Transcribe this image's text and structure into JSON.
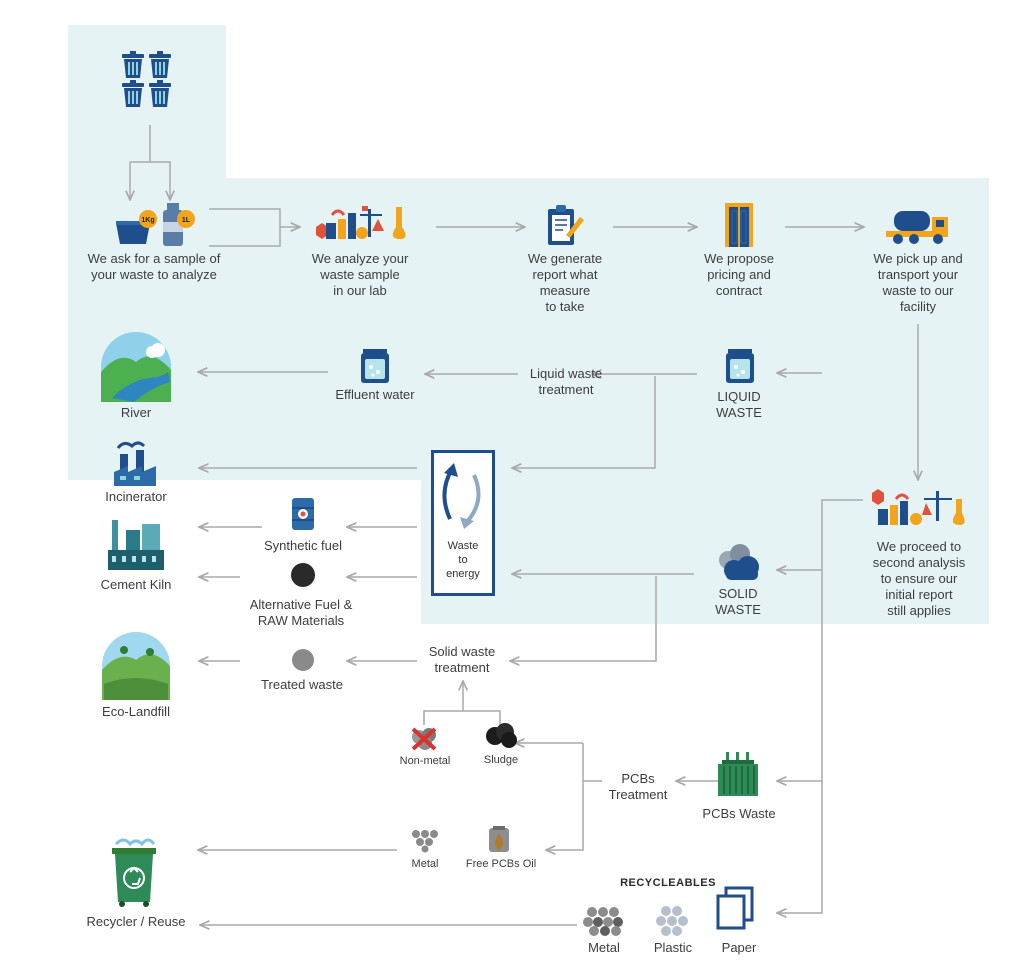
{
  "steps": {
    "sample": "We ask for a sample of\nyour waste to analyze",
    "analyze": "We analyze your\nwaste sample\nin our lab",
    "report": "We generate\nreport what\nmeasure\nto take",
    "pricing": "We propose\npricing and\ncontract",
    "pickup": "We pick up and\ntransport your\nwaste to our\nfacility",
    "second": "We proceed to\nsecond analysis\nto ensure our\ninitial report\nstill applies"
  },
  "badges": {
    "kg": "1Kg",
    "liter": "1L"
  },
  "liquid": {
    "label": "LIQUID\nWASTE",
    "treatment": "Liquid waste\ntreatment",
    "effluent": "Effluent water",
    "river": "River",
    "incinerator": "Incinerator"
  },
  "wte": {
    "label": "Waste\nto\nenergy"
  },
  "outputs": {
    "synthetic": "Synthetic fuel",
    "alternative": "Alternative Fuel &\nRAW Materials",
    "cement": "Cement Kiln",
    "treated": "Treated waste",
    "landfill": "Eco-Landfill"
  },
  "solid": {
    "label": "SOLID\nWASTE",
    "treatment": "Solid waste\ntreatment",
    "nonmetal": "Non-metal",
    "sludge": "Sludge"
  },
  "pcbs": {
    "waste": "PCBs Waste",
    "treatment": "PCBs\nTreatment",
    "metal": "Metal",
    "oil": "Free PCBs Oil"
  },
  "recycle": {
    "heading": "RECYCLEABLES",
    "metal": "Metal",
    "plastic": "Plastic",
    "paper": "Paper",
    "reuse": "Recycler / Reuse"
  },
  "colors": {
    "panel": "#e6f3f4",
    "arrow": "#a9a9a9",
    "navy": "#1f4e8c",
    "orange": "#f2a51a",
    "green": "#2e8b57"
  }
}
